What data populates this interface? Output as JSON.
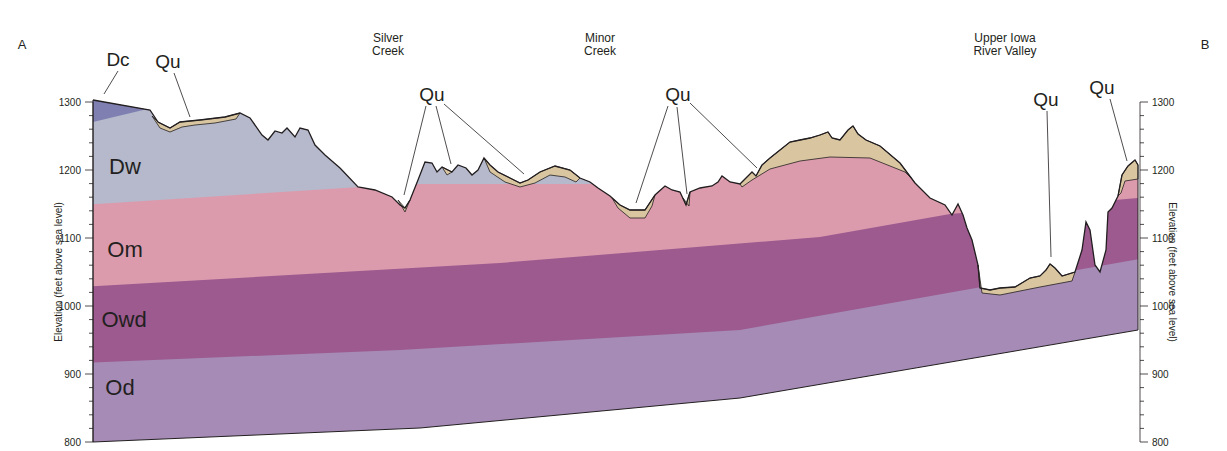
{
  "diagram": {
    "labels": [
      "A",
      "B",
      "Dc",
      "Qu",
      "Silver Creek",
      "Minor Creek",
      "Upper Iowa River Valley",
      "Qu",
      "Qu",
      "Qu",
      "Qu",
      "Dw",
      "Om",
      "Owd",
      "Od",
      "1300",
      "1200",
      "1100",
      "1000",
      "900",
      "800",
      "Elevation (feet above sea level)",
      "1300",
      "1200",
      "1100",
      "1000",
      "900",
      "800",
      "Elevation (feet above sea level)"
    ]
  }
}
